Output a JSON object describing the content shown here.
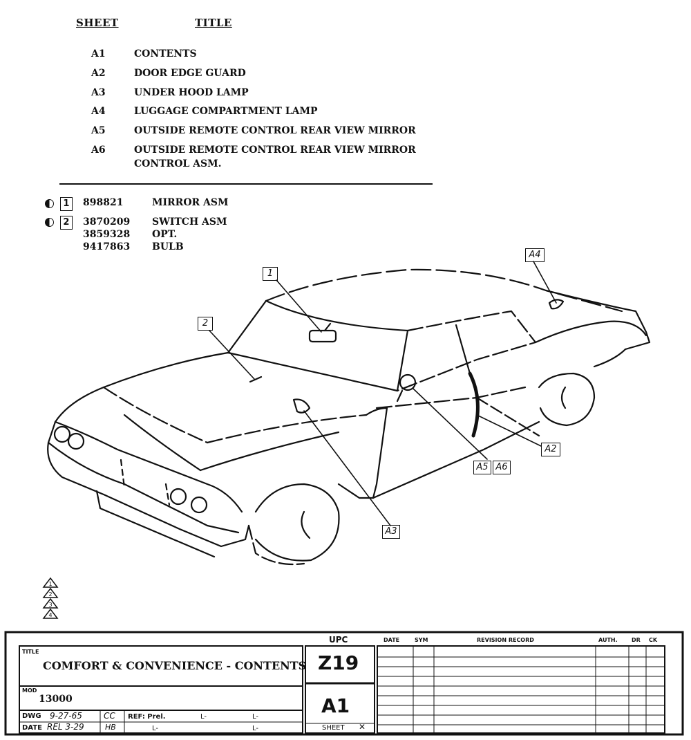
{
  "contents": {
    "header_sheet": "SHEET",
    "header_title": "TITLE",
    "rows": [
      {
        "sheet": "A1",
        "title": "CONTENTS"
      },
      {
        "sheet": "A2",
        "title": "DOOR EDGE GUARD"
      },
      {
        "sheet": "A3",
        "title": "UNDER HOOD LAMP"
      },
      {
        "sheet": "A4",
        "title": "LUGGAGE COMPARTMENT LAMP"
      },
      {
        "sheet": "A5",
        "title": "OUTSIDE REMOTE CONTROL REAR VIEW MIRROR"
      },
      {
        "sheet": "A6",
        "title": "OUTSIDE REMOTE CONTROL REAR VIEW MIRROR",
        "title2": "CONTROL ASM."
      }
    ]
  },
  "parts": [
    {
      "callout": "1",
      "number": "898821",
      "name": "MIRROR ASM"
    },
    {
      "callout": "2",
      "number": "3870209",
      "name": "SWITCH ASM"
    },
    {
      "callout": "",
      "number": "3859328",
      "name": "OPT."
    },
    {
      "callout": "",
      "number": "9417863",
      "name": "BULB"
    }
  ],
  "diagram": {
    "callouts": [
      "1",
      "2",
      "A4",
      "A2",
      "A5",
      "A6",
      "A3"
    ]
  },
  "revision_marks": [
    "1",
    "2",
    "3",
    "4"
  ],
  "title_block": {
    "title_label": "TITLE",
    "title": "COMFORT & CONVENIENCE - CONTENTS",
    "model_label": "MOD",
    "model": "13000",
    "dwg_label": "DWG",
    "dwg_date": "9-27-65",
    "dwg_initials": "CC",
    "date_label": "DATE",
    "rel_date": "REL 3-29",
    "rel_initials": "HB",
    "ref_label": "REF: Prel.",
    "l_marks": [
      "L-",
      "L-",
      "L-",
      "L-"
    ],
    "upc_label": "UPC",
    "upc": "Z19",
    "sheet": "A1",
    "sheet_label": "SHEET",
    "rev_headers": {
      "date": "DATE",
      "sym": "SYM",
      "record": "REVISION RECORD",
      "auth": "AUTH.",
      "dr": "DR",
      "ck": "CK"
    }
  }
}
